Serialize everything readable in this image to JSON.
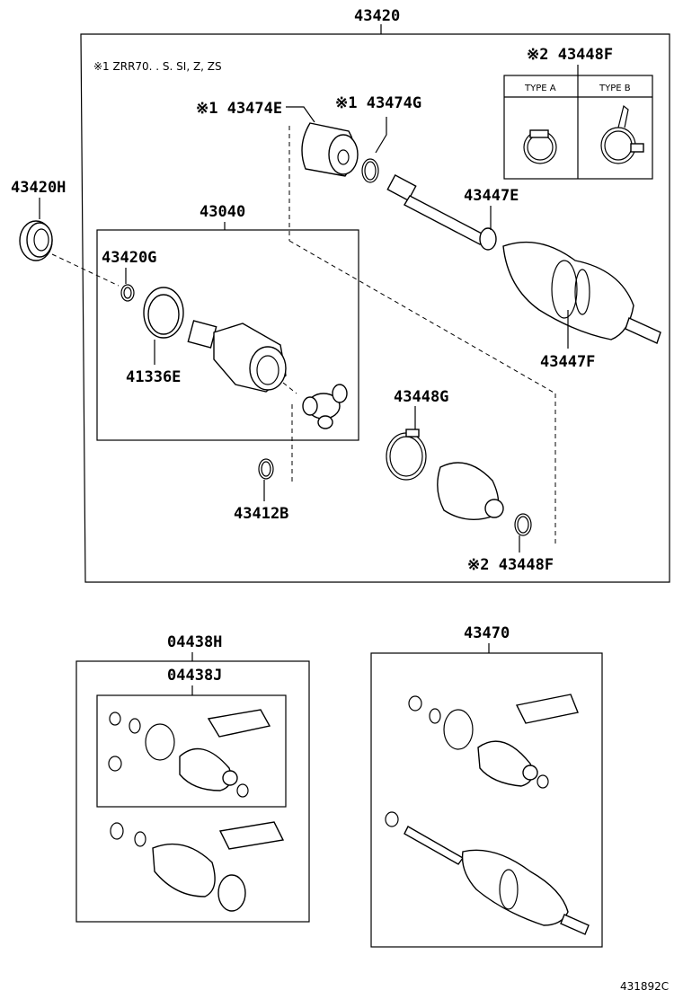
{
  "labels": {
    "main_assembly": "43420",
    "note": "※1 ZRR70. . S. SI, Z, ZS",
    "clamp_top": "※2 43448F",
    "type_a": "TYPE A",
    "type_b": "TYPE B",
    "boot_outer_e": "※1 43474E",
    "clamp_outer_g": "※1 43474G",
    "dust_seal": "43420H",
    "inboard_joint": "43040",
    "snap_ring_g": "43420G",
    "bearing_ring": "41336E",
    "clamp_447e": "43447E",
    "boot_447f": "43447F",
    "clamp_448g": "43448G",
    "snap_ring_b": "43412B",
    "clamp_bottom": "※2 43448F",
    "boot_kit_h": "04438H",
    "boot_kit_j": "04438J",
    "outboard_kit": "43470",
    "diagram_code": "431892C"
  }
}
